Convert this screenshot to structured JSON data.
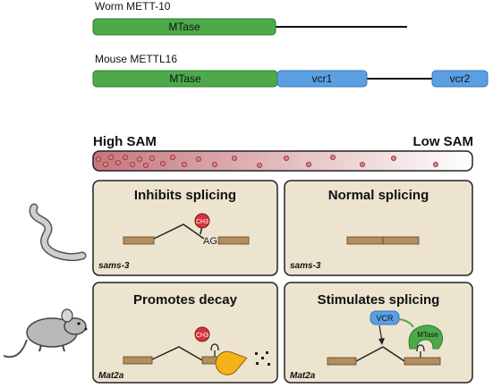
{
  "proteins": {
    "worm": {
      "label": "Worm METT-10",
      "domain": "MTase"
    },
    "mouse": {
      "label": "Mouse METTL16",
      "domain": "MTase",
      "vcr1": "vcr1",
      "vcr2": "vcr2"
    }
  },
  "sam_gradient": {
    "high_label": "High SAM",
    "low_label": "Low SAM"
  },
  "panels": {
    "inhibits": {
      "title": "Inhibits splicing",
      "gene": "sams-3",
      "methyl": "CH3",
      "site": "AG"
    },
    "normal": {
      "title": "Normal splicing",
      "gene": "sams-3"
    },
    "decay": {
      "title": "Promotes decay",
      "gene": "Mat2a",
      "methyl": "CH3"
    },
    "stimulates": {
      "title": "Stimulates splicing",
      "gene": "Mat2a",
      "vcr": "VCR",
      "mtase": "MTase"
    }
  },
  "colors": {
    "mtase_green": "#4caa4a",
    "vcr_blue": "#5b9fe3",
    "panel_bg": "#ece4cf",
    "exon_tan": "#b48f5e",
    "methyl_red": "#d4343c",
    "decay_orange": "#f5b21b",
    "gradient_high": "#c5767c",
    "gradient_low": "#ffffff"
  },
  "icons": {
    "worm": "worm-icon",
    "mouse": "mouse-icon"
  }
}
